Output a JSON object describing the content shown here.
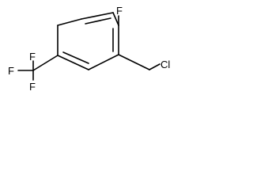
{
  "molecule": {
    "atoms": {
      "fluoro": "F",
      "chloro": "Cl",
      "cf3_top": "F",
      "cf3_left": "F",
      "cf3_bottom": "F"
    },
    "colors": {
      "bond": "#000000",
      "text": "#000000",
      "background": "#ffffff"
    }
  }
}
